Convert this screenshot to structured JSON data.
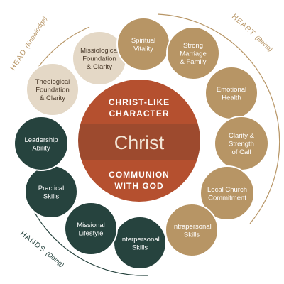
{
  "center": {
    "top_line1": "CHRIST-LIKE",
    "top_line2": "CHARACTER",
    "middle": "Christ",
    "bottom_line1": "COMMUNION",
    "bottom_line2": "WITH GOD"
  },
  "arcs": {
    "head": {
      "word": "HEAD",
      "sub": "(Knowledge)"
    },
    "heart": {
      "word": "HEART",
      "sub": "(Being)"
    },
    "hands": {
      "word": "HANDS",
      "sub": "(Doing)"
    }
  },
  "circles": {
    "missiological": {
      "lines": [
        "Missiological",
        "Foundation",
        "& Clarity"
      ]
    },
    "theological": {
      "lines": [
        "Theological",
        "Foundation",
        "& Clarity"
      ]
    },
    "spiritual": {
      "lines": [
        "Spiritual",
        "Vitality"
      ]
    },
    "marriage": {
      "lines": [
        "Strong",
        "Marriage",
        "& Family"
      ]
    },
    "emotional": {
      "lines": [
        "Emotional",
        "Health"
      ]
    },
    "calling": {
      "lines": [
        "Clarity &",
        "Strength",
        "of Call"
      ]
    },
    "local_church": {
      "lines": [
        "Local Church",
        "Commitment"
      ]
    },
    "intrapersonal": {
      "lines": [
        "Intrapersonal",
        "Skills"
      ]
    },
    "interpersonal": {
      "lines": [
        "Interpersonal",
        "Skills"
      ]
    },
    "missional": {
      "lines": [
        "Missional",
        "Lifestyle"
      ]
    },
    "practical": {
      "lines": [
        "Practical",
        "Skills"
      ]
    },
    "leadership": {
      "lines": [
        "Leadership",
        "Ability"
      ]
    }
  },
  "colors": {
    "head": "#e4d8c6",
    "heart": "#b79565",
    "hands": "#26433e",
    "center_top": "#b5502f",
    "center_band": "#9d4a2e",
    "center_bottom": "#b5502f",
    "arc": "#b79565"
  }
}
